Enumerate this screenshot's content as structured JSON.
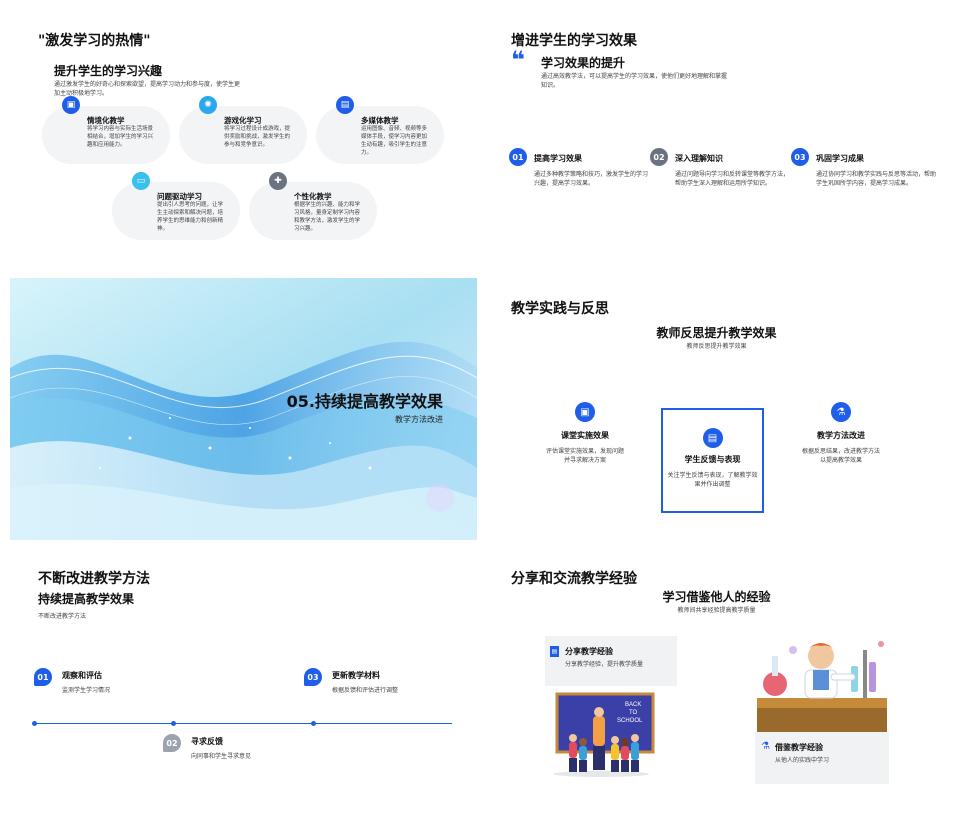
{
  "slide1": {
    "title": "\"激发学习的热情\"",
    "subtitle": "提升学生的学习兴趣",
    "desc": "通过激发学生的好奇心和探索欲望，提高学习动力和参与度，使学生更加主动积极地学习。",
    "cards": [
      {
        "title": "情境化教学",
        "text": "将学习内容与实际生活场景相结合，增加学生的学习兴趣和应用能力。",
        "icon": "image-icon",
        "color": "#1f5ee8"
      },
      {
        "title": "游戏化学习",
        "text": "将学习过程设计成游戏，提供奖励和挑战，激发学生的参与和竞争意识。",
        "icon": "gear-icon",
        "color": "#29a8f0"
      },
      {
        "title": "多媒体教学",
        "text": "运用图像、音频、视频等多媒体手段，使学习内容更加生动有趣，吸引学生的注意力。",
        "icon": "media-icon",
        "color": "#1f5ee8"
      },
      {
        "title": "问题驱动学习",
        "text": "提出引人思考的问题，让学生主动探索和解决问题，培养学生的思维能力和创新精神。",
        "icon": "screen-icon",
        "color": "#38c0ee"
      },
      {
        "title": "个性化教学",
        "text": "根据学生的兴趣、能力和学习风格，量身定制学习内容和教学方法，激发学生的学习兴趣。",
        "icon": "puzzle-icon",
        "color": "#6b7280"
      }
    ]
  },
  "slide2": {
    "title": "增进学生的学习效果",
    "quote_mark": "❝",
    "subtitle": "学习效果的提升",
    "desc": "通过高效教学法，可以提高学生的学习效果，使他们更好地理解和掌握知识。",
    "items": [
      {
        "num": "01",
        "title": "提高学习效果",
        "text": "通过多种教学策略和技巧，激发学生的学习兴趣，提高学习效果。",
        "color": "#1f5ee8"
      },
      {
        "num": "02",
        "title": "深入理解知识",
        "text": "通过问题导向学习和反转课堂等教学方法，帮助学生深入理解和运用所学知识。",
        "color": "#6b7280"
      },
      {
        "num": "03",
        "title": "巩固学习成果",
        "text": "通过协同学习和教学实践与反思等活动，帮助学生巩固所学内容，提高学习成果。",
        "color": "#1f5ee8"
      }
    ]
  },
  "slide3": {
    "title": "05.持续提高教学效果",
    "subtitle": "教学方法改进"
  },
  "slide4": {
    "title": "教学实践与反思",
    "subtitle": "教师反思提升教学效果",
    "desc": "教师反思提升教学效果",
    "items": [
      {
        "title": "课堂实施效果",
        "text": "评估课堂实施效果，发现问题并寻求解决方案",
        "icon": "image-icon"
      },
      {
        "title": "学生反馈与表现",
        "text": "关注学生反馈与表现，了解教学效果并作出调整",
        "icon": "document-icon"
      },
      {
        "title": "教学方法改进",
        "text": "根据反思结果，改进教学方法以提高教学效果",
        "icon": "flask-icon"
      }
    ]
  },
  "slide5": {
    "title": "不断改进教学方法",
    "subtitle": "持续提高教学效果",
    "desc": "不断改进教学方法",
    "steps": [
      {
        "num": "01",
        "title": "观察和评估",
        "text": "监测学生学习情况"
      },
      {
        "num": "02",
        "title": "寻求反馈",
        "text": "向同事和学生寻求意见"
      },
      {
        "num": "03",
        "title": "更新教学材料",
        "text": "根据反馈和评估进行调整"
      }
    ]
  },
  "slide6": {
    "title": "分享和交流教学经验",
    "subtitle": "学习借鉴他人的经验",
    "desc": "教师间共享经验提高教学质量",
    "card1": {
      "title": "分享教学经验",
      "text": "分享教学经验，提升教学质量",
      "icon": "document-icon"
    },
    "card2": {
      "title": "借鉴教学经验",
      "text": "从他人的实践中学习",
      "icon": "flask-icon"
    },
    "board_text": "BACK TO SCHOOL"
  }
}
